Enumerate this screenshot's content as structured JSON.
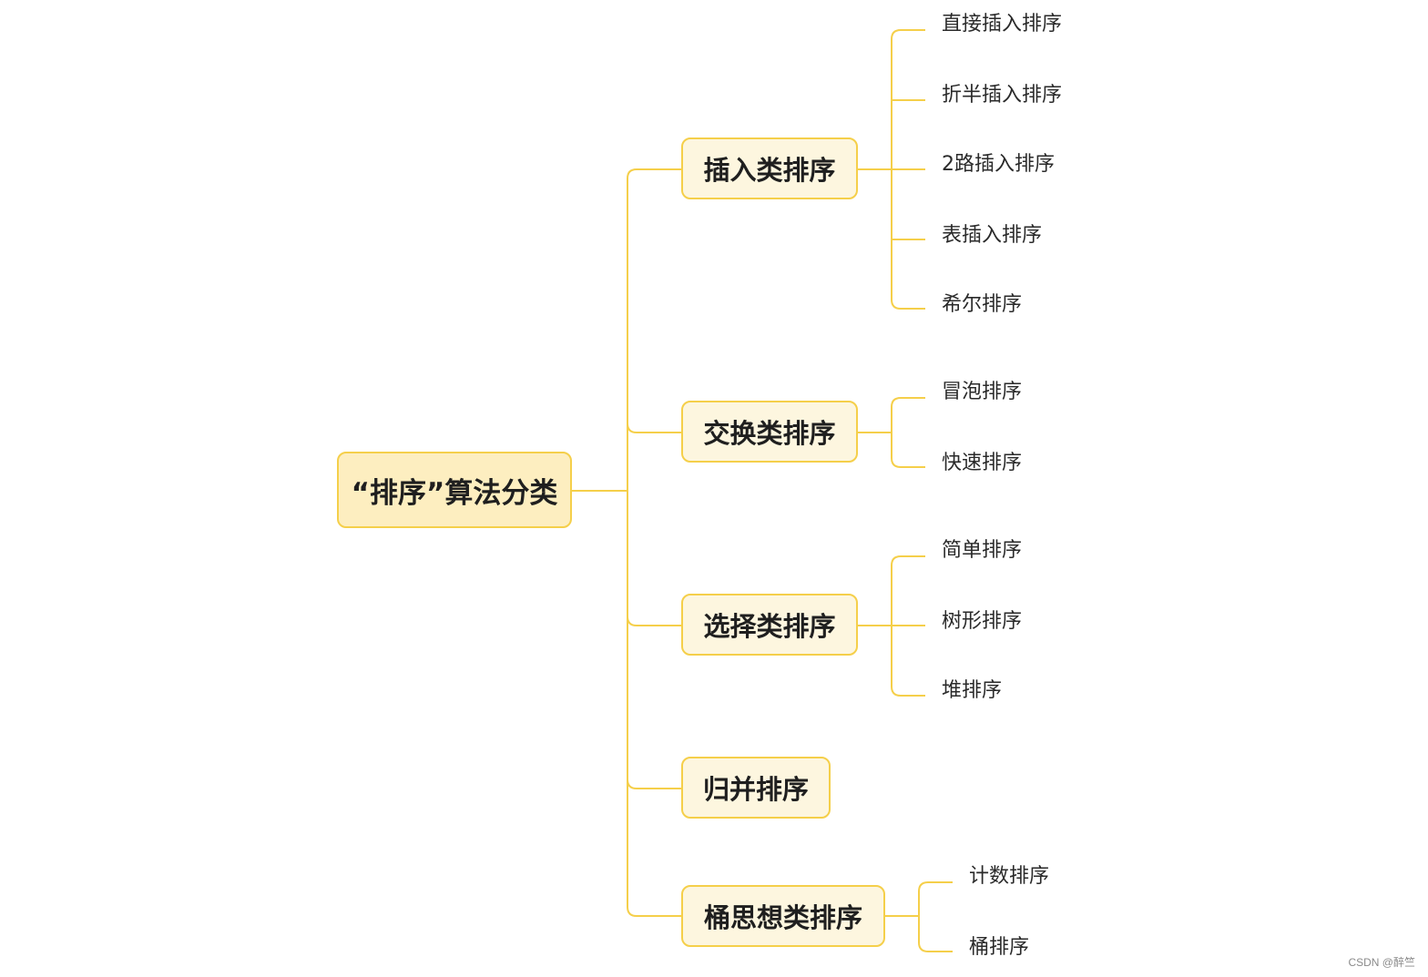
{
  "mindmap": {
    "root": {
      "label": "“排序”算法分类"
    },
    "branches": [
      {
        "label": "插入类排序",
        "children": [
          "直接插入排序",
          "折半插入排序",
          "2路插入排序",
          "表插入排序",
          "希尔排序"
        ]
      },
      {
        "label": "交换类排序",
        "children": [
          "冒泡排序",
          "快速排序"
        ]
      },
      {
        "label": "选择类排序",
        "children": [
          "简单排序",
          "树形排序",
          "堆排序"
        ]
      },
      {
        "label": "归并排序",
        "children": []
      },
      {
        "label": "桶思想类排序",
        "children": [
          "计数排序",
          "桶排序"
        ]
      }
    ],
    "line_color": "#f5cf4a"
  },
  "watermark": "CSDN @醉竺"
}
